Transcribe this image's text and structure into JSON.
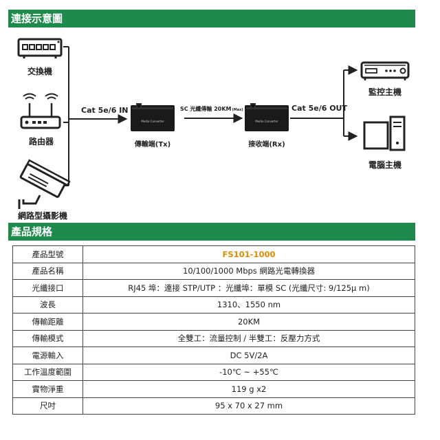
{
  "sections": {
    "connection": "連接示意圖",
    "specs": "產品規格"
  },
  "diagram": {
    "devices_left": [
      {
        "label": "交換機",
        "icon": "switch-icon"
      },
      {
        "label": "路由器",
        "icon": "router-icon"
      },
      {
        "label": "網路型攝影機",
        "icon": "ip-camera-icon"
      }
    ],
    "devices_right": [
      {
        "label": "監控主機",
        "icon": "dvr-icon"
      },
      {
        "label": "電腦主機",
        "icon": "computer-icon"
      }
    ],
    "cable_in": "Cat 5e/6 IN",
    "cable_out": "Cat 5e/6 OUT",
    "fiber_label": "SC 光纖傳輸 20KM",
    "fiber_max": "(Max)",
    "transmitter": "傳輸端(Tx)",
    "receiver": "接收端(Rx)",
    "converter_caption": "Media Converter"
  },
  "specs": {
    "rows": [
      {
        "label": "產品型號",
        "value": "FS101-1000"
      },
      {
        "label": "產品名稱",
        "value": "10/100/1000 Mbps 網路光電轉換器"
      },
      {
        "label": "光纖接口",
        "value": "RJ45 埠：連接 STP/UTP ：光纖埠：單模 SC (光纖尺寸: 9/125μ m)"
      },
      {
        "label": "波長",
        "value": "1310、1550 nm"
      },
      {
        "label": "傳輸距離",
        "value": "20KM"
      },
      {
        "label": "傳輸模式",
        "value": "全雙工：流量控制 / 半雙工：反壓力方式"
      },
      {
        "label": "電源輸入",
        "value": "DC 5V/2A"
      },
      {
        "label": "工作溫度範圍",
        "value": "-10℃ ~ +55℃"
      },
      {
        "label": "實物淨重",
        "value": "119 g x2"
      },
      {
        "label": "尺吋",
        "value": "95 x 70 x 27 mm"
      }
    ]
  },
  "colors": {
    "section_bar": "#1e8a4b",
    "model_accent": "#e08a00"
  }
}
